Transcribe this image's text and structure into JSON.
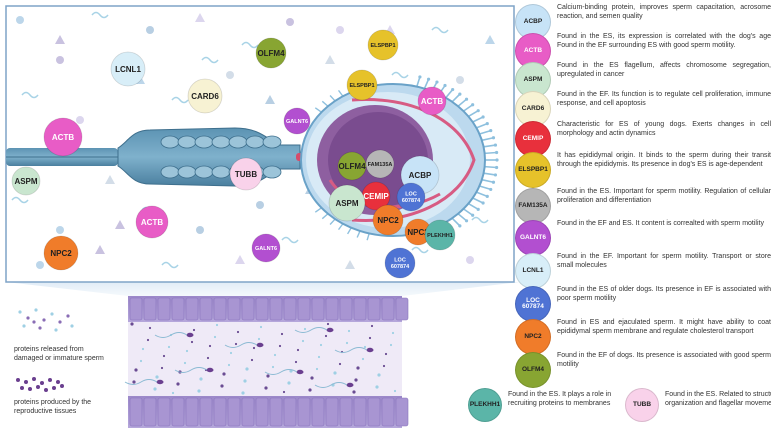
{
  "colors": {
    "ACBP": "#c7e3f7",
    "ACTB": "#e85cc6",
    "ASPM": "#c9e6cf",
    "CARD6": "#f7f2d3",
    "CEMIP": "#e8303c",
    "ELSPBP1": "#e6c22a",
    "FAM135A": "#b6b6b6",
    "GALNT6": "#b24fd0",
    "LCNL1": "#d8eef8",
    "LOC607874": "#4f73d4",
    "NPC2": "#f07c2a",
    "OLFM4": "#88a532",
    "PLEKHH1": "#5bb5a8",
    "TUBB": "#f9d2ea"
  },
  "proteins": [
    {
      "id": "ACBP",
      "label": "ACBP",
      "description": "Calcium-binding protein, improves sperm capacitation, acrosome reaction, and semen quality"
    },
    {
      "id": "ACTB",
      "label": "ACTB",
      "description": "Found in the ES, its expression is correlated with the dog's age Found in the EF surrounding ES with good sperm motility."
    },
    {
      "id": "ASPM",
      "label": "ASPM",
      "description": "Found in the ES flagellum, affects chromosome segregation, upregulated in cancer"
    },
    {
      "id": "CARD6",
      "label": "CARD6",
      "description": "Found in the EF. Its function is to regulate cell proliferation, immune response, and cell apoptosis"
    },
    {
      "id": "CEMIP",
      "label": "CEMIP",
      "description": "Characteristic for ES of young dogs. Exerts changes in cell morphology and actin dynamics"
    },
    {
      "id": "ELSPBP1",
      "label": "ELSPBP1",
      "description": "It has epididymal origin. It binds to the sperm during their transit through the epididymis. Its presence in dog's ES is age-dependent"
    },
    {
      "id": "FAM135A",
      "label": "FAM135A",
      "description": "Found in the ES. Important for sperm motility. Regulation of cellular proliferation and differentiation"
    },
    {
      "id": "GALNT6",
      "label": "GALNT6",
      "description": "Found in the EF and ES. It content is correalted with sperm motility"
    },
    {
      "id": "LCNL1",
      "label": "LCNL1",
      "description": "Found in the EF. Important for sperm motility. Transport or store small molecules"
    },
    {
      "id": "LOC607874",
      "label": "LOC\n607874",
      "description": "Found in the ES of older dogs. Its presence in EF is associated with poor sperm motility"
    },
    {
      "id": "NPC2",
      "label": "NPC2",
      "description": "Found in ES and ejaculated sperm. It might have ability to coat epididymal sperm membrane and regulate cholesterol transport"
    },
    {
      "id": "OLFM4",
      "label": "OLFM4",
      "description": "Found in the EF of dogs. Its presence is associated with good sperm motility"
    }
  ],
  "bottom_proteins": [
    {
      "id": "PLEKHH1",
      "label": "PLEKHH1",
      "description": "Found in the ES. It plays a role in recruiting proteins to membranes"
    },
    {
      "id": "TUBB",
      "label": "TUBB",
      "description": "Found in the ES. Related to structural cell organization and flagellar movement"
    }
  ],
  "bottom_legend": {
    "released": "proteins released from damaged or immature sperm",
    "produced": "proteins produced by the reproductive tissues"
  }
}
